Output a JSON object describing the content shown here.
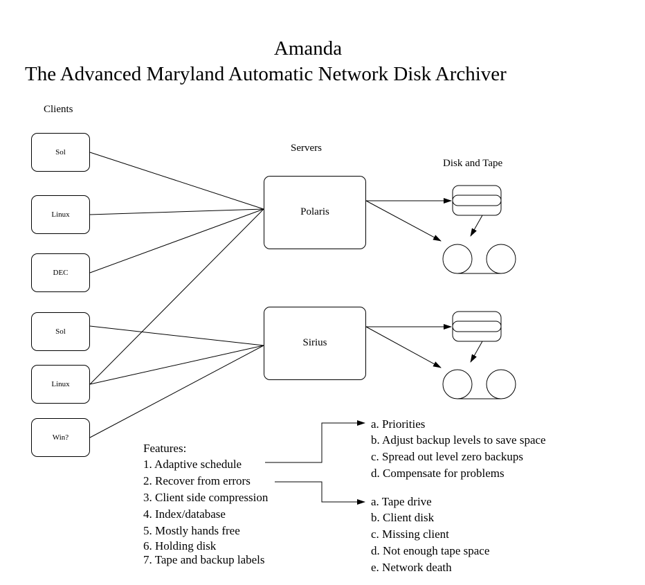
{
  "title": {
    "line1": "Amanda",
    "line2": "The Advanced Maryland Automatic Network Disk Archiver"
  },
  "sections": {
    "clients": "Clients",
    "servers": "Servers",
    "storage": "Disk and Tape"
  },
  "clients": [
    "Sol",
    "Linux",
    "DEC",
    "Sol",
    "Linux",
    "Win?"
  ],
  "servers": [
    "Polaris",
    "Sirius"
  ],
  "features": {
    "heading": "Features:",
    "items": [
      "1. Adaptive schedule",
      "2. Recover from errors",
      "3. Client side compression",
      "4. Index/database",
      "5. Mostly hands free",
      "6. Holding disk",
      "7. Tape and backup labels"
    ]
  },
  "adaptive_schedule_details": [
    "a. Priorities",
    "b. Adjust backup levels to save space",
    "c. Spread out level zero backups",
    "d. Compensate for problems"
  ],
  "recovery_details": [
    "a. Tape drive",
    "b. Client disk",
    "c. Missing client",
    "d. Not enough tape space",
    "e. Network death"
  ]
}
